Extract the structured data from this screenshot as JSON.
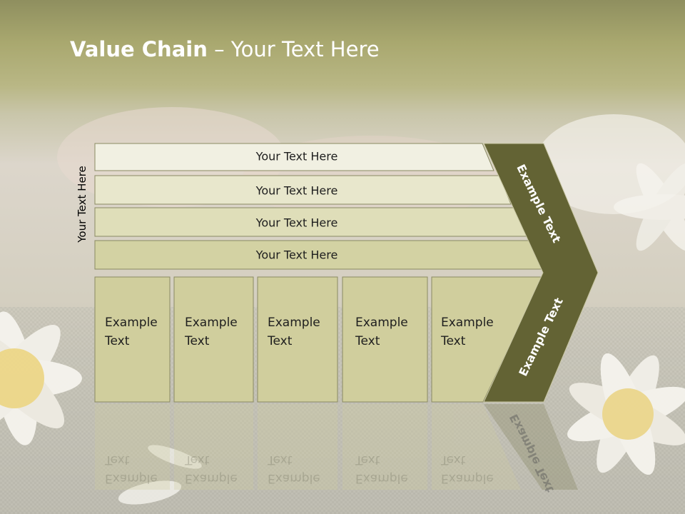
{
  "slide": {
    "title_bold": "Value Chain",
    "title_rest": " – Your Text Here",
    "side_label": "Your Text Here",
    "rows": [
      "Your Text Here",
      "Your Text Here",
      "Your Text Here",
      "Your Text Here"
    ],
    "boxes": [
      "Example\nText",
      "Example\nText",
      "Example\nText",
      "Example\nText",
      "Example\nText"
    ],
    "chevron_top": "Example Text",
    "chevron_bottom": "Example Text"
  },
  "colors": {
    "row_fill_light": "#f1f0e2",
    "row_fill_mid": "#e4e3c4",
    "row_fill_dark": "#d5d4a6",
    "box_fill": "#d0ce9d",
    "chevron_fill": "#636334",
    "outline": "#8a8a62"
  }
}
